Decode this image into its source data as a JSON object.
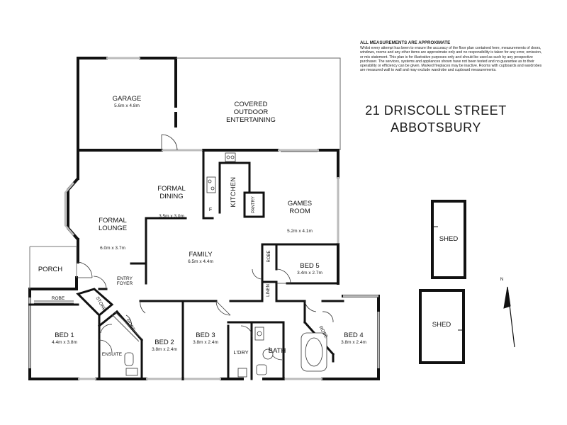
{
  "disclaimer": {
    "heading": "ALL MEASUREMENTS ARE APPROXIMATE",
    "body": "Whilst every attempt has been to ensure the accuracy of the floor plan contained here, measurements of doors, windows, rooms and any other items are approximate only and no responsibility is taken for any error, omission, or mis statement. This plan is for illustrative purposes only and should be used as such by any prospective purchaser. The services, systems and appliances shown have not been tested and no guarantee as to their operability or efficiency can be given. Marked fireplaces may be inactive. Rooms with cupboards and wardrobes are measured wall to wall and may exclude wardrobe and cupboard measurements."
  },
  "address": {
    "line1": "21 DRISCOLL STREET",
    "line2": "ABBOTSBURY"
  },
  "rooms": {
    "garage": {
      "name": "GARAGE",
      "dims": "5.6m x 4.8m"
    },
    "covered_outdoor": {
      "name": "COVERED\nOUTDOOR\nENTERTAINING"
    },
    "formal_dining": {
      "name": "FORMAL\nDINING",
      "dims": "3.5m x 3.0m"
    },
    "formal_lounge": {
      "name": "FORMAL\nLOUNGE",
      "dims": "6.0m x 3.7m"
    },
    "kitchen": {
      "name": "KITCHEN"
    },
    "pantry": {
      "name": "PANTRY"
    },
    "games_room": {
      "name": "GAMES\nROOM",
      "dims": "5.2m x 4.1m"
    },
    "family": {
      "name": "FAMILY",
      "dims": "6.5m x 4.4m"
    },
    "bed5": {
      "name": "BED 5",
      "dims": "3.4m x 2.7m"
    },
    "porch": {
      "name": "PORCH"
    },
    "entry_foyer": {
      "name": "ENTRY\nFOYER"
    },
    "bed1": {
      "name": "BED 1",
      "dims": "4.4m x 3.8m"
    },
    "bed2": {
      "name": "BED 2",
      "dims": "3.8m x 2.4m"
    },
    "bed3": {
      "name": "BED 3",
      "dims": "3.8m x 2.4m"
    },
    "bed4": {
      "name": "BED 4",
      "dims": "3.8m x 2.4m"
    },
    "ensuite": {
      "name": "ENSUITE"
    },
    "laundry": {
      "name": "L'DRY"
    },
    "bath": {
      "name": "BATH"
    },
    "shed_upper": {
      "name": "SHED"
    },
    "shed_lower": {
      "name": "SHED"
    }
  },
  "labels": {
    "robe_bed1": "ROBE",
    "store": "STORE",
    "robe_bed2": "ROBE",
    "robe_bed5": "ROBE",
    "linen": "LINEN",
    "robe_bed4": "ROBE",
    "fridge": "F"
  },
  "compass": {
    "label": "N"
  }
}
